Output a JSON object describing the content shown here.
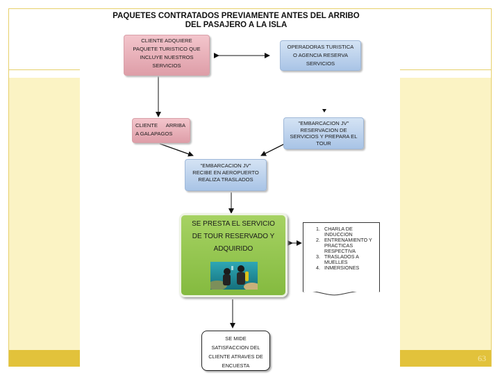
{
  "slide": {
    "page_number": "63",
    "colors": {
      "band": "#fbf3c4",
      "footer": "#e2c23b",
      "pink": "#e2a6af",
      "blue": "#b7cfea",
      "green": "#93c44e"
    }
  },
  "diagram": {
    "title_line1": "PAQUETES CONTRATADOS PREVIAMENTE ANTES DEL ARRIBO",
    "title_line2": "DEL PASAJERO A LA ISLA",
    "nodes": {
      "cliente_adquiere": [
        "CLIENTE ADQUIERE",
        "PAQUETE TURISTICO QUE",
        "INCLUYE NUESTROS",
        "SERVICIOS"
      ],
      "operadoras": [
        "OPERADORAS TURISTICA",
        "O AGENCIA RESERVA",
        "SERVICIOS"
      ],
      "cliente_arriba": [
        "CLIENTE ARRIBA",
        "A GALAPAGOS"
      ],
      "embarcacion_reservacion": [
        "\"EMBARCACION JV\"",
        "RESERVACION DE",
        "SERVICIOS Y PREPARA EL",
        "TOUR"
      ],
      "embarcacion_recibe": [
        "\"EMBARCACION JV\"",
        "RECIBE EN AEROPUERTO",
        "REALIZA TRASLADOS"
      ],
      "presta_servicio": [
        "SE PRESTA EL SERVICIO",
        "DE TOUR RESERVADO Y",
        "ADQUIRIDO"
      ],
      "satisfaccion": [
        "SE MIDE",
        "SATISFACCION DEL",
        "CLIENTE ATRAVES DE",
        "ENCUESTA"
      ]
    },
    "activities": [
      "CHARLA DE INDUCCION",
      "ENTRENAMIENTO Y PRACTICAS RESPECTIVA",
      "TRASLADOS A MUELLES",
      "INMERSIONES"
    ],
    "photo_icon": "divers-photo"
  }
}
